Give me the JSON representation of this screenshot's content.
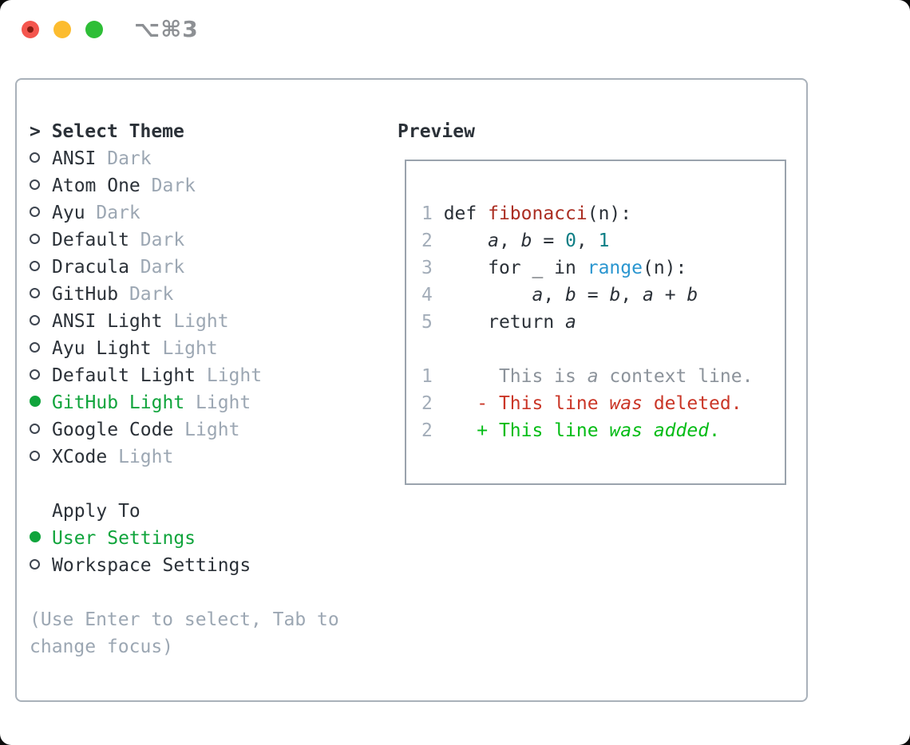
{
  "window": {
    "title": "⌥⌘3"
  },
  "colors": {
    "text": "#2b3138",
    "muted": "#9ca7b3",
    "selected_green": "#10a43c",
    "added_green": "#03bc15",
    "deleted_red": "#ca3627",
    "function_red": "#ab2e22",
    "number_teal": "#0d7e85",
    "call_blue": "#2a96d0",
    "context_gray": "#8c939b",
    "line_number": "#a3adb9",
    "panel_border": "#a9b1ba",
    "box_border": "#9aa3ad",
    "traffic_red": "#f4564e",
    "traffic_yellow": "#fcbc2f",
    "traffic_green": "#2ebe37"
  },
  "sidebar": {
    "prompt": "> ",
    "title": "Select Theme",
    "themes": [
      {
        "name": "ANSI",
        "variant": "Dark",
        "selected": false
      },
      {
        "name": "Atom One",
        "variant": "Dark",
        "selected": false
      },
      {
        "name": "Ayu",
        "variant": "Dark",
        "selected": false
      },
      {
        "name": "Default",
        "variant": "Dark",
        "selected": false
      },
      {
        "name": "Dracula",
        "variant": "Dark",
        "selected": false
      },
      {
        "name": "GitHub",
        "variant": "Dark",
        "selected": false
      },
      {
        "name": "ANSI Light",
        "variant": "Light",
        "selected": false
      },
      {
        "name": "Ayu Light",
        "variant": "Light",
        "selected": false
      },
      {
        "name": "Default Light",
        "variant": "Light",
        "selected": false
      },
      {
        "name": "GitHub Light",
        "variant": "Light",
        "selected": true
      },
      {
        "name": "Google Code",
        "variant": "Light",
        "selected": false
      },
      {
        "name": "XCode",
        "variant": "Light",
        "selected": false
      }
    ],
    "apply_to": {
      "title": "Apply To",
      "options": [
        {
          "label": "User Settings",
          "selected": true
        },
        {
          "label": "Workspace Settings",
          "selected": false
        }
      ]
    },
    "hint_lines": [
      "(Use Enter to select, Tab to",
      "change focus)"
    ]
  },
  "preview": {
    "title": "Preview",
    "lines": [
      {
        "num": "1",
        "tokens": [
          {
            "t": "def ",
            "c": "text"
          },
          {
            "t": "fibonacci",
            "c": "function_red"
          },
          {
            "t": "(n):",
            "c": "text"
          }
        ]
      },
      {
        "num": "2",
        "tokens": [
          {
            "t": "    ",
            "c": "text"
          },
          {
            "t": "a",
            "c": "text",
            "i": true
          },
          {
            "t": ", ",
            "c": "text"
          },
          {
            "t": "b",
            "c": "text",
            "i": true
          },
          {
            "t": " = ",
            "c": "text"
          },
          {
            "t": "0",
            "c": "number_teal"
          },
          {
            "t": ", ",
            "c": "text"
          },
          {
            "t": "1",
            "c": "number_teal"
          }
        ]
      },
      {
        "num": "3",
        "tokens": [
          {
            "t": "    for _ in ",
            "c": "text"
          },
          {
            "t": "range",
            "c": "call_blue"
          },
          {
            "t": "(n):",
            "c": "text"
          }
        ]
      },
      {
        "num": "4",
        "tokens": [
          {
            "t": "        ",
            "c": "text"
          },
          {
            "t": "a",
            "c": "text",
            "i": true
          },
          {
            "t": ", ",
            "c": "text"
          },
          {
            "t": "b",
            "c": "text",
            "i": true
          },
          {
            "t": " = ",
            "c": "text"
          },
          {
            "t": "b",
            "c": "text",
            "i": true
          },
          {
            "t": ", ",
            "c": "text"
          },
          {
            "t": "a",
            "c": "text",
            "i": true
          },
          {
            "t": " + ",
            "c": "text"
          },
          {
            "t": "b",
            "c": "text",
            "i": true
          }
        ]
      },
      {
        "num": "5",
        "tokens": [
          {
            "t": "    return ",
            "c": "text"
          },
          {
            "t": "a",
            "c": "text",
            "i": true
          }
        ]
      },
      {
        "num": "",
        "tokens": []
      },
      {
        "num": "1",
        "tokens": [
          {
            "t": "     This is ",
            "c": "context_gray"
          },
          {
            "t": "a",
            "c": "context_gray",
            "i": true
          },
          {
            "t": " context line.",
            "c": "context_gray"
          }
        ]
      },
      {
        "num": "2",
        "tokens": [
          {
            "t": "   - This line ",
            "c": "deleted_red"
          },
          {
            "t": "was",
            "c": "deleted_red",
            "i": true
          },
          {
            "t": " deleted.",
            "c": "deleted_red"
          }
        ]
      },
      {
        "num": "2",
        "tokens": [
          {
            "t": "   + This line ",
            "c": "added_green"
          },
          {
            "t": "was",
            "c": "added_green",
            "i": true
          },
          {
            "t": " ",
            "c": "added_green"
          },
          {
            "t": "added",
            "c": "added_green",
            "i": true
          },
          {
            "t": ".",
            "c": "added_green"
          }
        ]
      }
    ]
  }
}
